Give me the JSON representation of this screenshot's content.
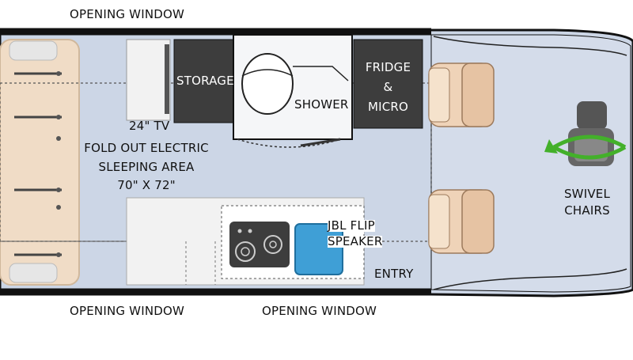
{
  "floorplan": {
    "labels": {
      "top_window": "OPENING WINDOW",
      "bottom_left_window": "OPENING WINDOW",
      "bottom_right_window": "OPENING WINDOW",
      "storage": "STORAGE",
      "shower": "SHOWER",
      "fridge_line1": "FRIDGE",
      "fridge_line2": "&",
      "fridge_line3": "MICRO",
      "tv": "24\" TV",
      "sleeping_line1": "FOLD OUT ELECTRIC",
      "sleeping_line2": "SLEEPING AREA",
      "sleeping_line3": "70\" X 72\"",
      "speaker_line1": "JBL FLIP",
      "speaker_line2": "SPEAKER",
      "entry": "ENTRY",
      "swivel_line1": "SWIVEL",
      "swivel_line2": "CHAIRS"
    },
    "colors": {
      "floor": "#ccd6e6",
      "hull": "#111111",
      "bed": "#f0dcc6",
      "seat": "#efd3b8",
      "dark_cabinet": "#3d3d3d",
      "counter": "#f2f2f2",
      "sink": "#3f9fd6",
      "swivel_arrow": "#43b02a"
    },
    "icons": [
      "toilet-icon",
      "cooktop-icon",
      "sink-icon",
      "captain-chair-icon",
      "swivel-seat-icon",
      "swivel-arrow-icon"
    ]
  }
}
